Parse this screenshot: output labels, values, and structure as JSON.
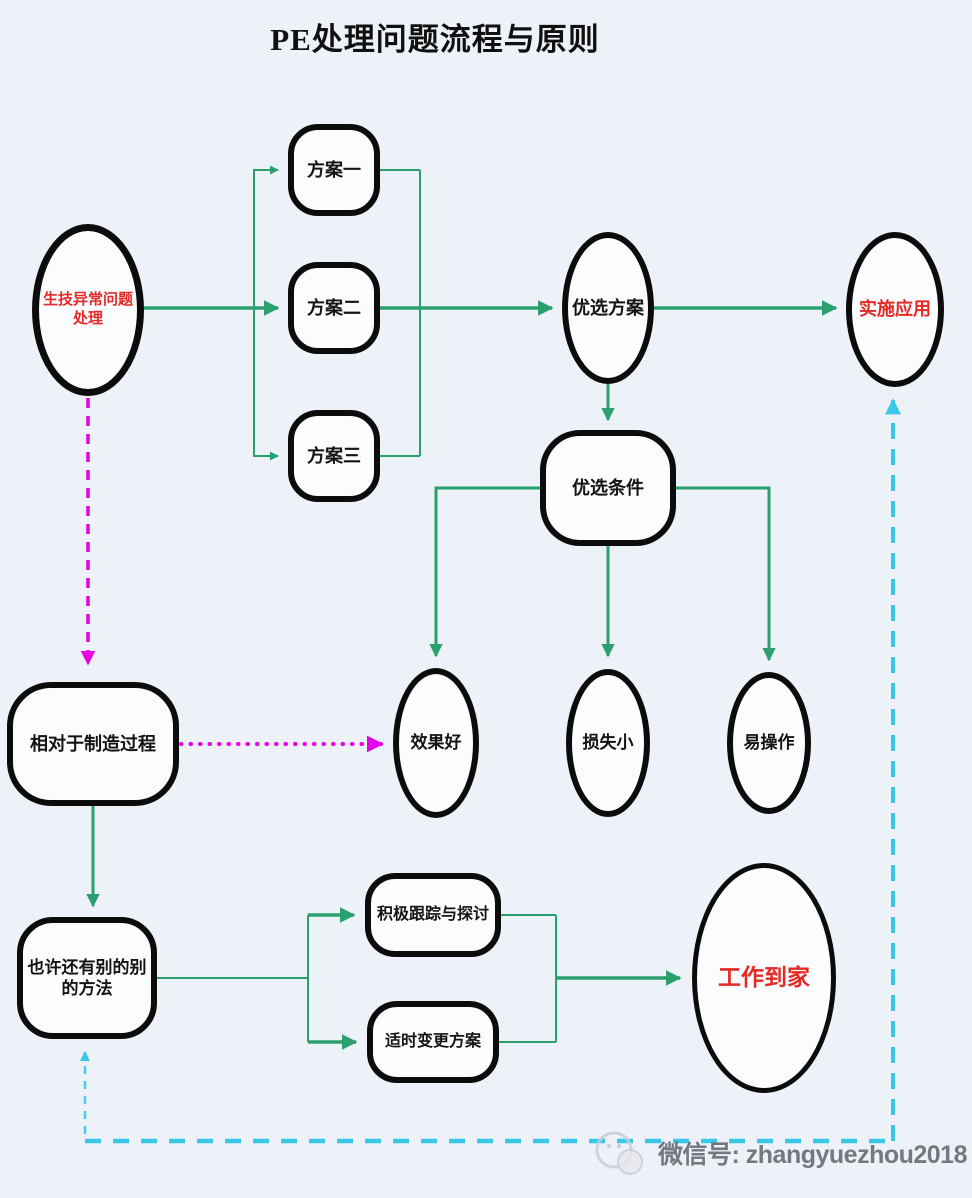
{
  "title": "PE处理问题流程与原则",
  "nodes": {
    "problem": {
      "line1": "生技异常问题",
      "line2": "处理"
    },
    "plan1": {
      "label": "方案一"
    },
    "plan2": {
      "label": "方案二"
    },
    "plan3": {
      "label": "方案三"
    },
    "select_plan": {
      "label": "优选方案"
    },
    "implement": {
      "label": "实施应用"
    },
    "criteria": {
      "label": "优选条件"
    },
    "effect_good": {
      "label": "效果好"
    },
    "loss_small": {
      "label": "损失小"
    },
    "easy_operate": {
      "label": "易操作"
    },
    "relative_process": {
      "label": "相对于制造过程"
    },
    "maybe_other": {
      "line1": "也许还有别的别",
      "line2": "的方法"
    },
    "track_discuss": {
      "label": "积极跟踪与探讨"
    },
    "change_plan": {
      "label": "适时变更方案"
    },
    "work_done": {
      "label": "工作到家"
    }
  },
  "watermark": {
    "label": "微信号: zhangyuezhou2018"
  },
  "colors": {
    "background": "#edf2f8",
    "node_border": "#0c0c0c",
    "arrow_green": "#2aa06e",
    "arrow_magenta": "#e800e8",
    "arrow_cyan": "#3bc8e8",
    "text_red": "#e42a26",
    "watermark_gray": "#6c6c76"
  }
}
